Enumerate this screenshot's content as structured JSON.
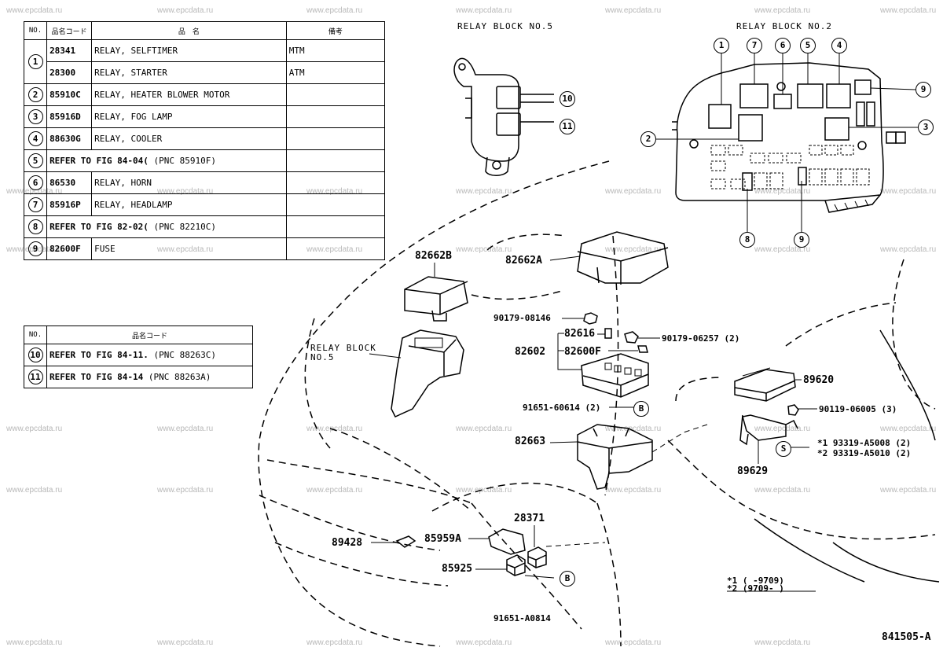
{
  "watermark": "www.epcdata.ru",
  "table1": {
    "headers": [
      "NO.",
      "品名コード",
      "品　名",
      "備考"
    ],
    "rows": [
      {
        "no": "1",
        "code": "28341",
        "name": "RELAY, SELFTIMER",
        "note": "MTM"
      },
      {
        "no": "",
        "code": "28300",
        "name": "RELAY, STARTER",
        "note": "ATM"
      },
      {
        "no": "2",
        "code": "85910C",
        "name": "RELAY, HEATER BLOWER MOTOR",
        "note": ""
      },
      {
        "no": "3",
        "code": "85916D",
        "name": "RELAY, FOG LAMP",
        "note": ""
      },
      {
        "no": "4",
        "code": "88630G",
        "name": "RELAY, COOLER",
        "note": ""
      },
      {
        "no": "5",
        "ref": "REFER TO FIG 84-04(",
        "pnc": "(PNC 85910F)"
      },
      {
        "no": "6",
        "code": "86530",
        "name": "RELAY, HORN",
        "note": ""
      },
      {
        "no": "7",
        "code": "85916P",
        "name": "RELAY, HEADLAMP",
        "note": ""
      },
      {
        "no": "8",
        "ref": "REFER TO FIG 82-02(",
        "pnc": "(PNC 82210C)"
      },
      {
        "no": "9",
        "code": "82600F",
        "name": "FUSE",
        "note": ""
      }
    ]
  },
  "table2": {
    "headers": [
      "NO.",
      "品名コード"
    ],
    "rows": [
      {
        "no": "10",
        "ref": "REFER TO FIG 84-11.",
        "pnc": "(PNC 88263C)"
      },
      {
        "no": "11",
        "ref": "REFER TO FIG 84-14",
        "pnc": "(PNC 88263A)"
      }
    ]
  },
  "titles": {
    "rb5": "RELAY BLOCK NO.5",
    "rb2": "RELAY BLOCK NO.2",
    "rb5_line1": "RELAY BLOCK",
    "rb5_line2": "NO.5"
  },
  "rb5_callouts": [
    "10",
    "11"
  ],
  "rb2_callouts": [
    "1",
    "7",
    "6",
    "5",
    "4",
    "9",
    "3",
    "2",
    "8",
    "9"
  ],
  "parts": {
    "p82662B": "82662B",
    "p82662A": "82662A",
    "p90179_08146": "90179-08146",
    "p82616": "82616",
    "p90179_06257": "90179-06257 (2)",
    "p82602": "82602",
    "p82600F": "82600F",
    "p91651_60614": "91651-60614 (2)",
    "p82663": "82663",
    "p89620": "89620",
    "p90119_06005": "90119-06005 (3)",
    "p89629": "89629",
    "p93319_1": "*1 93319-A5008 (2)",
    "p93319_2": "*2 93319-A5010 (2)",
    "p28371": "28371",
    "p85959A": "85959A",
    "p89428": "89428",
    "p85925": "85925",
    "p91651_A0814": "91651-A0814",
    "fig": "841505-A"
  },
  "circle_marks": {
    "b1": "B",
    "s1": "S",
    "b2": "B"
  },
  "footnote": {
    "n1": "*1 (     -9709)",
    "n2": "*2 (9709-     )"
  }
}
